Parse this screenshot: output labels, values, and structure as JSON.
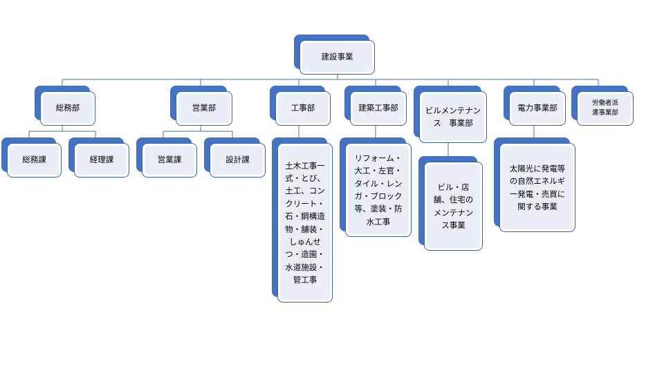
{
  "org_chart": {
    "root": {
      "label": "建設事業"
    },
    "departments": [
      {
        "id": "somu",
        "label": "総務部",
        "sections": [
          "総務課",
          "経理課"
        ]
      },
      {
        "id": "eigyo",
        "label": "営業部",
        "sections": [
          "営業課",
          "設計課"
        ]
      },
      {
        "id": "koji",
        "label": "工事部",
        "description": "土木工事一式・とび、土工、コンクリート・石・鋼構造物・舗装・しゅんせつ・造園・水道施設・管工事"
      },
      {
        "id": "kenchiku",
        "label": "建築工事部",
        "description": "リフォーム・大工・左官・タイル・レンガ・ブロック等、塗装・防水工事"
      },
      {
        "id": "building",
        "label": "ビルメンテナンス　事業部",
        "description": "ビル・店舗、住宅のメンテナンス事業"
      },
      {
        "id": "denryoku",
        "label": "電力事業部",
        "description": "太陽光に発電等の自然エネルギー発電・売買に関する事業"
      },
      {
        "id": "haken",
        "label": "労働者派遣事業部"
      }
    ]
  },
  "colors": {
    "accent": "#4472c4",
    "fill": "#eaeef6",
    "line": "#4a6fb5"
  }
}
